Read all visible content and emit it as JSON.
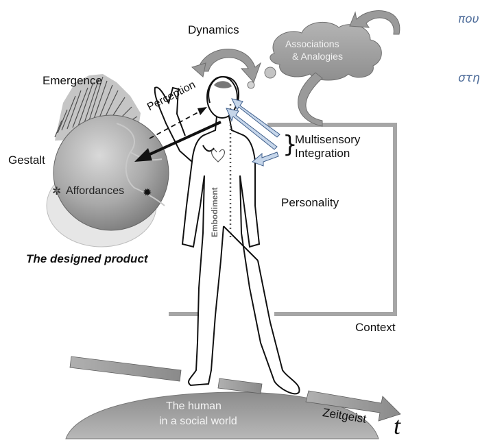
{
  "labels": {
    "dynamics": "Dynamics",
    "associations_line1": "Associations",
    "associations_line2": "& Analogies",
    "emergence": "Emergence",
    "gestalt": "Gestalt",
    "perception": "Perception",
    "affordances": "Affordances",
    "designed_product": "The designed product",
    "multisensory_line1": "Multisensory",
    "multisensory_line2": "Integration",
    "embodiment": "Embodiment",
    "personality": "Personality",
    "context": "Context",
    "human_line1": "The human",
    "human_line2": "in a social world",
    "zeitgeist": "Zeitgeist",
    "time_symbol": "t",
    "greek_top": "που",
    "greek_bottom": "στη"
  },
  "colors": {
    "gray_arrow": "#9a9a9a",
    "blue_arrow": "#8aa6c8",
    "frame": "#a6a6a6",
    "greek_text": "#4b6a98"
  }
}
